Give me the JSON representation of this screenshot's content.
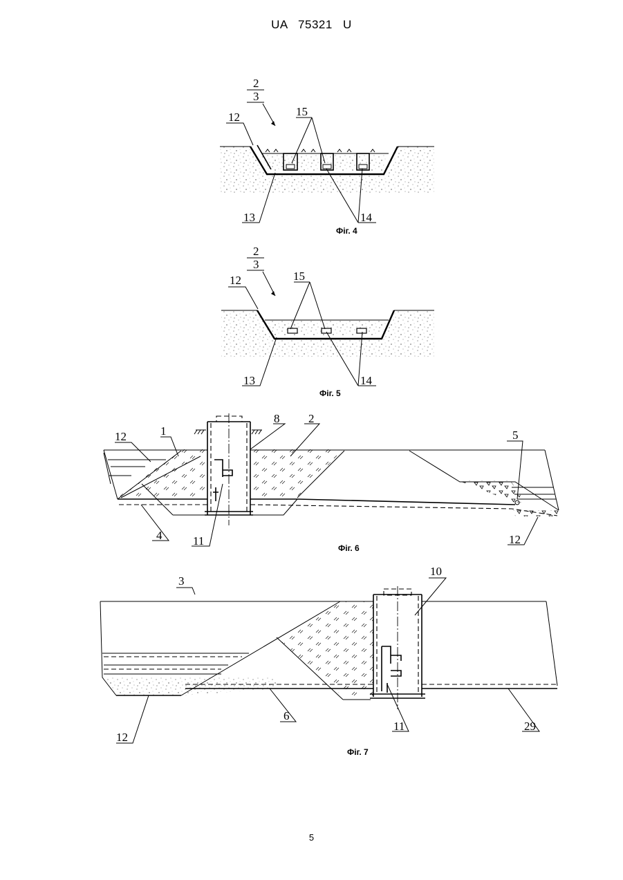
{
  "document": {
    "header": "UA 75321 U",
    "page_number": "5"
  },
  "figures": {
    "fig4": {
      "caption": "Фіг. 4",
      "labels": {
        "l2": "2",
        "l3": "3",
        "l12": "12",
        "l13": "13",
        "l14": "14",
        "l15": "15"
      }
    },
    "fig5": {
      "caption": "Фіг. 5",
      "labels": {
        "l2": "2",
        "l3": "3",
        "l12": "12",
        "l13": "13",
        "l14": "14",
        "l15": "15"
      }
    },
    "fig6": {
      "caption": "Фіг. 6",
      "labels": {
        "l1": "1",
        "l2": "2",
        "l4": "4",
        "l5": "5",
        "l8": "8",
        "l11": "11",
        "l12a": "12",
        "l12b": "12"
      }
    },
    "fig7": {
      "caption": "Фіг. 7",
      "labels": {
        "l3": "3",
        "l6": "6",
        "l10": "10",
        "l11": "11",
        "l12": "12",
        "l29": "29"
      }
    }
  }
}
